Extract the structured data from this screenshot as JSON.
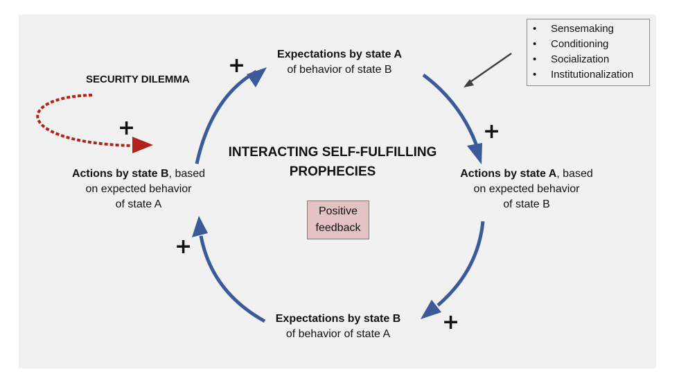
{
  "title": {
    "line1": "INTERACTING SELF-FULFILLING",
    "line2": "PROPHECIES"
  },
  "security_dilemma": {
    "label": "SECURITY DILEMMA",
    "sign": "+"
  },
  "feedback_box": {
    "line1": "Positive",
    "line2": "feedback",
    "color": "#e3c2c4"
  },
  "mechanisms": {
    "bullet": "•",
    "items": [
      "Sensemaking",
      "Conditioning",
      "Socialization",
      "Institutionalization"
    ]
  },
  "nodes": {
    "expectations_a": {
      "bold": "Expectations by state A",
      "line2": "of behavior of state B"
    },
    "actions_a": {
      "bold": "Actions by state A",
      "rest": ", based",
      "line2": "on expected behavior",
      "line3": "of state B"
    },
    "expectations_b": {
      "bold": "Expectations by state B",
      "line2": "of behavior of state A"
    },
    "actions_b": {
      "bold": "Actions by state B",
      "rest": ", based",
      "line2": "on expected behavior",
      "line3": "of state A"
    }
  },
  "links": {
    "sign": "+",
    "arrow_color": "#3a5a9a",
    "dilemma_color": "#b0241c",
    "pointer_color": "#404040"
  }
}
